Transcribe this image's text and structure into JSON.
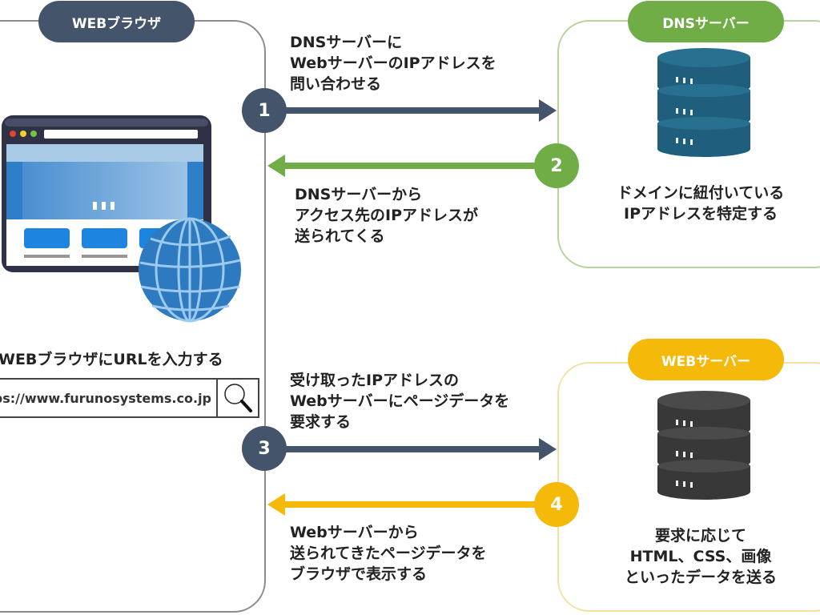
{
  "browser": {
    "label": "WEBブラウザ",
    "url_instruction": "WEBブラウザにURLを入力する",
    "url_value": "ps://www.furunosystems.co.jp",
    "search_icon": "magnifier-icon"
  },
  "dns_server": {
    "label": "DNSサーバー",
    "description": "ドメインに紐付いている\nIPアドレスを特定する"
  },
  "web_server": {
    "label": "WEBサーバー",
    "description": "要求に応じて\nHTML、CSS、画像\nといったデータを送る"
  },
  "steps": [
    {
      "number": "1",
      "text": "DNSサーバーに\nWebサーバーのIPアドレスを\n問い合わせる",
      "direction": "browser-to-dns",
      "color": "#44546a"
    },
    {
      "number": "2",
      "text": "DNSサーバーから\nアクセス先のIPアドレスが\n送られてくる",
      "direction": "dns-to-browser",
      "color": "#70ad47"
    },
    {
      "number": "3",
      "text": "受け取ったIPアドレスの\nWebサーバーにページデータを\n要求する",
      "direction": "browser-to-web",
      "color": "#44546a"
    },
    {
      "number": "4",
      "text": "Webサーバーから\n送られてきたページデータを\nブラウザで表示する",
      "direction": "web-to-browser",
      "color": "#f5b90a"
    }
  ],
  "colors": {
    "browser": "#44546a",
    "dns": "#70ad47",
    "web": "#f5b90a",
    "dns_db": "#1f5f7d",
    "web_db": "#3a3a3a"
  }
}
